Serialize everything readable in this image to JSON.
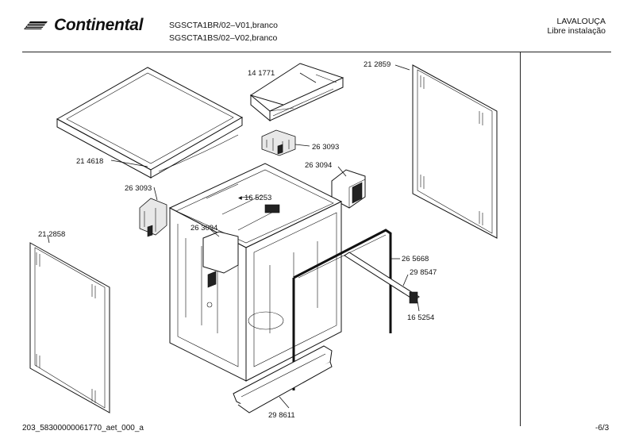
{
  "header": {
    "brand": "Continental",
    "model_line_1": "SGSCTA1BR/02–V01,branco",
    "model_line_2": "SGSCTA1BS/02–V02,branco",
    "category_line_1": "LAVALOUÇA",
    "category_line_2": "Libre instalação"
  },
  "parts": {
    "p141771": "14 1771",
    "p212859": "21 2859",
    "p214618": "21 4618",
    "p263093a": "26 3093",
    "p263094a": "26 3094",
    "p263093b": "26 3093",
    "p165253": "16 5253",
    "p212858": "21 2858",
    "p263094b": "26 3094",
    "p265668": "26 5668",
    "p298547": "29 8547",
    "p165254": "16 5254",
    "p298611": "29 8611"
  },
  "footer": {
    "doc_code": "203_58300000061770_aet_000_a",
    "page": "-6/3"
  }
}
